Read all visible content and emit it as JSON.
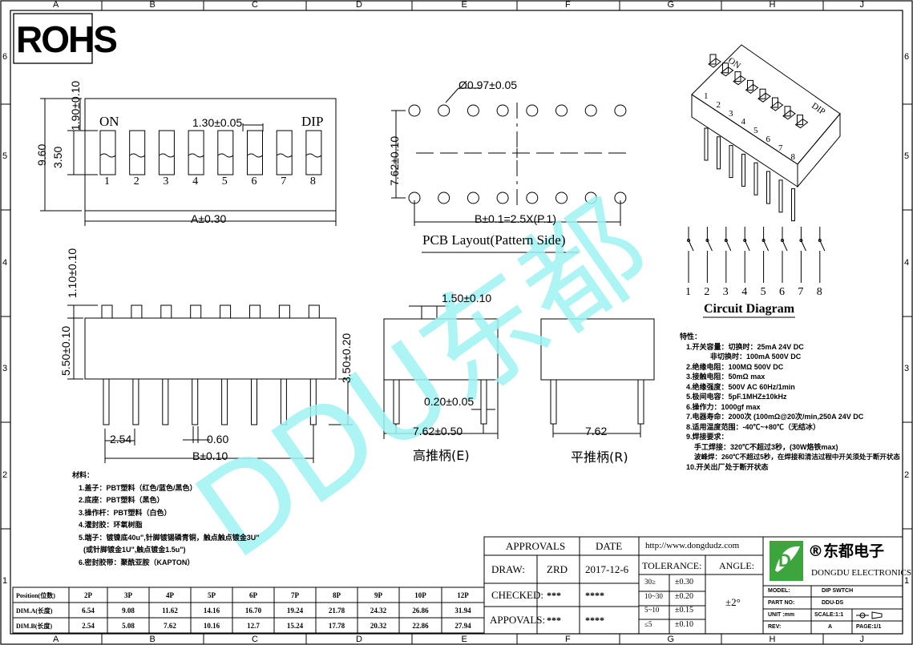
{
  "rohs": "ROHS",
  "watermark": "DDU东都",
  "zones": {
    "cols": [
      "A",
      "B",
      "C",
      "D",
      "E",
      "F",
      "G",
      "H",
      "J"
    ],
    "rows": [
      "6",
      "5",
      "4",
      "3",
      "2",
      "1"
    ]
  },
  "top_view": {
    "on": "ON",
    "dip": "DIP",
    "pitch": "1.30±0.05",
    "height": "9.60",
    "win": "3.50",
    "top": "1.90±0.10",
    "width": "A±0.30",
    "nums": [
      "1",
      "2",
      "3",
      "4",
      "5",
      "6",
      "7",
      "8"
    ]
  },
  "pcb": {
    "hole": "Ø0.97±0.05",
    "row_pitch": "7.62±0.10",
    "span": "B±0.1=2.5X(P.1)",
    "title": "PCB Layout(Pattern Side)"
  },
  "circuit": {
    "nums": [
      "1",
      "2",
      "3",
      "4",
      "5",
      "6",
      "7",
      "8"
    ],
    "title": "Circuit Diagram"
  },
  "iso": {
    "on": "ON",
    "dip": "DIP",
    "nums": [
      "1",
      "2",
      "3",
      "4",
      "5",
      "6",
      "7",
      "8"
    ]
  },
  "side": {
    "act": "1.10±0.10",
    "body": "5.50±0.10",
    "pin_len": "3.50±0.20",
    "p1": "2.54",
    "p2": "0.60",
    "span": "B±0.10"
  },
  "tall": {
    "act": "1.50±0.10",
    "pin": "0.20±0.05",
    "w": "7.62±0.50",
    "label": "高推柄(E)"
  },
  "flat": {
    "w": "7.62",
    "label": "平推柄(R)"
  },
  "specs": {
    "head": "特性：",
    "lines": [
      "1.开关容量：切换时：25mA 24V DC",
      "非切换时：100mA 500V DC",
      "2.绝缘电阻：100MΩ 500V DC",
      "3.接触电阻：50mΩ max",
      "4.绝缘强度：500V AC 60Hz/1min",
      "5.极间电容：5pF.1MHZ±10kHz",
      "6.操作力：1000gf max",
      "7.电器寿命：2000次 (100mΩ@20次/min,250A 24V DC",
      "8.适用温度范围：-40℃~+80℃（无结冰）",
      "9.焊接要求：",
      "手工焊接：320℃不超过3秒，(30W烙铁max)",
      "波峰焊：260℃不超过5秒，在焊接和清洁过程中开关须处于断开状态",
      "10.开关出厂处于断开状态"
    ]
  },
  "materials": {
    "head": "材料：",
    "lines": [
      "1.盖子：PBT塑料（红色/蓝色/黑色）",
      "2.底座：PBT塑料（黑色）",
      "3.操作杆：PBT塑料（白色）",
      "4.灌封胶：环氧树脂",
      "5.端子：镀镍底40u\",针脚镀锡磷青铜，触点触点镀金3U\"",
      "(或针脚镀金1U\",触点镀金1.5u\")",
      "6.密封胶带：聚酰亚胺（KAPTON）"
    ]
  },
  "dim_table": {
    "header": [
      "Position(位数)",
      "2P",
      "3P",
      "4P",
      "5P",
      "6P",
      "7P",
      "8P",
      "9P",
      "10P",
      "12P"
    ],
    "rows": [
      [
        "DIM.A(长度)",
        "6.54",
        "9.08",
        "11.62",
        "14.16",
        "16.70",
        "19.24",
        "21.78",
        "24.32",
        "26.86",
        "31.94"
      ],
      [
        "DIM.B(长度)",
        "2.54",
        "5.08",
        "7.62",
        "10.16",
        "12.7",
        "15.24",
        "17.78",
        "20.32",
        "22.86",
        "27.94"
      ]
    ]
  },
  "title_block": {
    "approvals": "APPROVALS",
    "date": "DATE",
    "url": "http://www.dongdudz.com",
    "draw": "DRAW:",
    "drawer": "ZRD",
    "draw_date": "2017-12-6",
    "checked": "CHECKED:",
    "approvals2": "APPOVALS:",
    "stars": "***",
    "stars4": "****",
    "tolerance": "TOLERANCE:",
    "angle": "ANGLE:",
    "angle_val": "±2°",
    "tol": [
      [
        "30≥",
        "±0.30"
      ],
      [
        "10~30",
        "±0.20"
      ],
      [
        "5~10",
        "±0.15"
      ],
      [
        "≤5",
        "±0.10"
      ]
    ],
    "brand_cn": "®东都电子",
    "brand_en": "DONGDU ELECTRONICS",
    "model_k": "MODEL:",
    "model_v": "DIP SWTCH",
    "part_k": "PART NO:",
    "part_v": "DDU-DS",
    "unit_k": "UNIT :mm",
    "scale": "SCALE:1:1",
    "rev_k": "REV:",
    "rev_v": "A",
    "page": "PAGE:1/1"
  }
}
